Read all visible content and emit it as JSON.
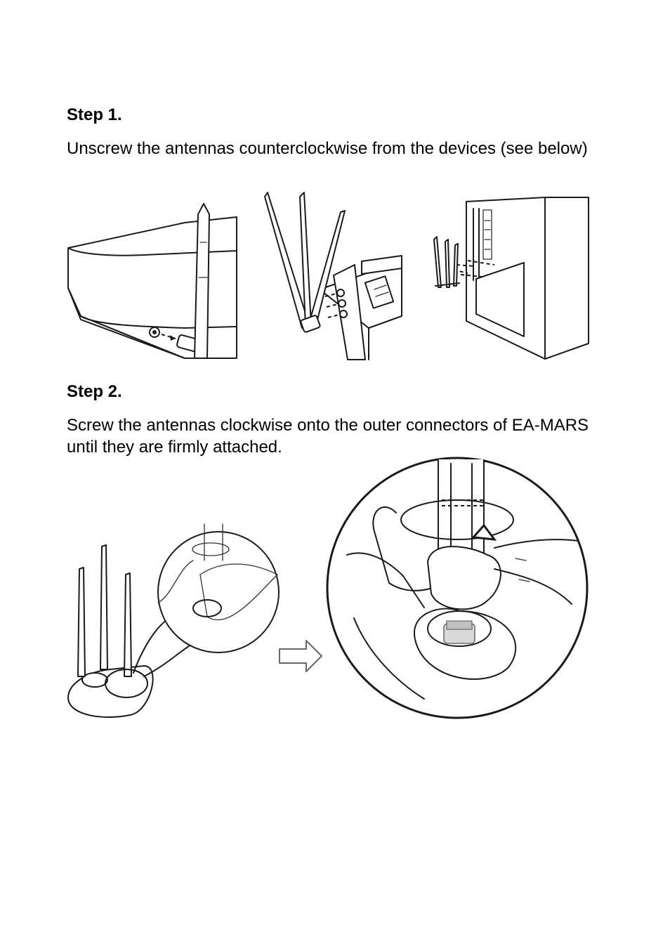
{
  "step1": {
    "heading": "Step 1.",
    "text": "Unscrew the antennas counterclockwise from the devices (see below)"
  },
  "step2": {
    "heading": "Step 2.",
    "text": "Screw the antennas clockwise onto the outer connectors of EA-MARS until they are firmly attached."
  },
  "illustrations": {
    "step1": [
      "router-unscrew-illustration",
      "pci-card-unscrew-illustration",
      "desktop-pc-unscrew-illustration"
    ],
    "step2": [
      "antenna-base-overview-illustration",
      "next-arrow-icon",
      "screw-detail-zoom-illustration"
    ]
  }
}
